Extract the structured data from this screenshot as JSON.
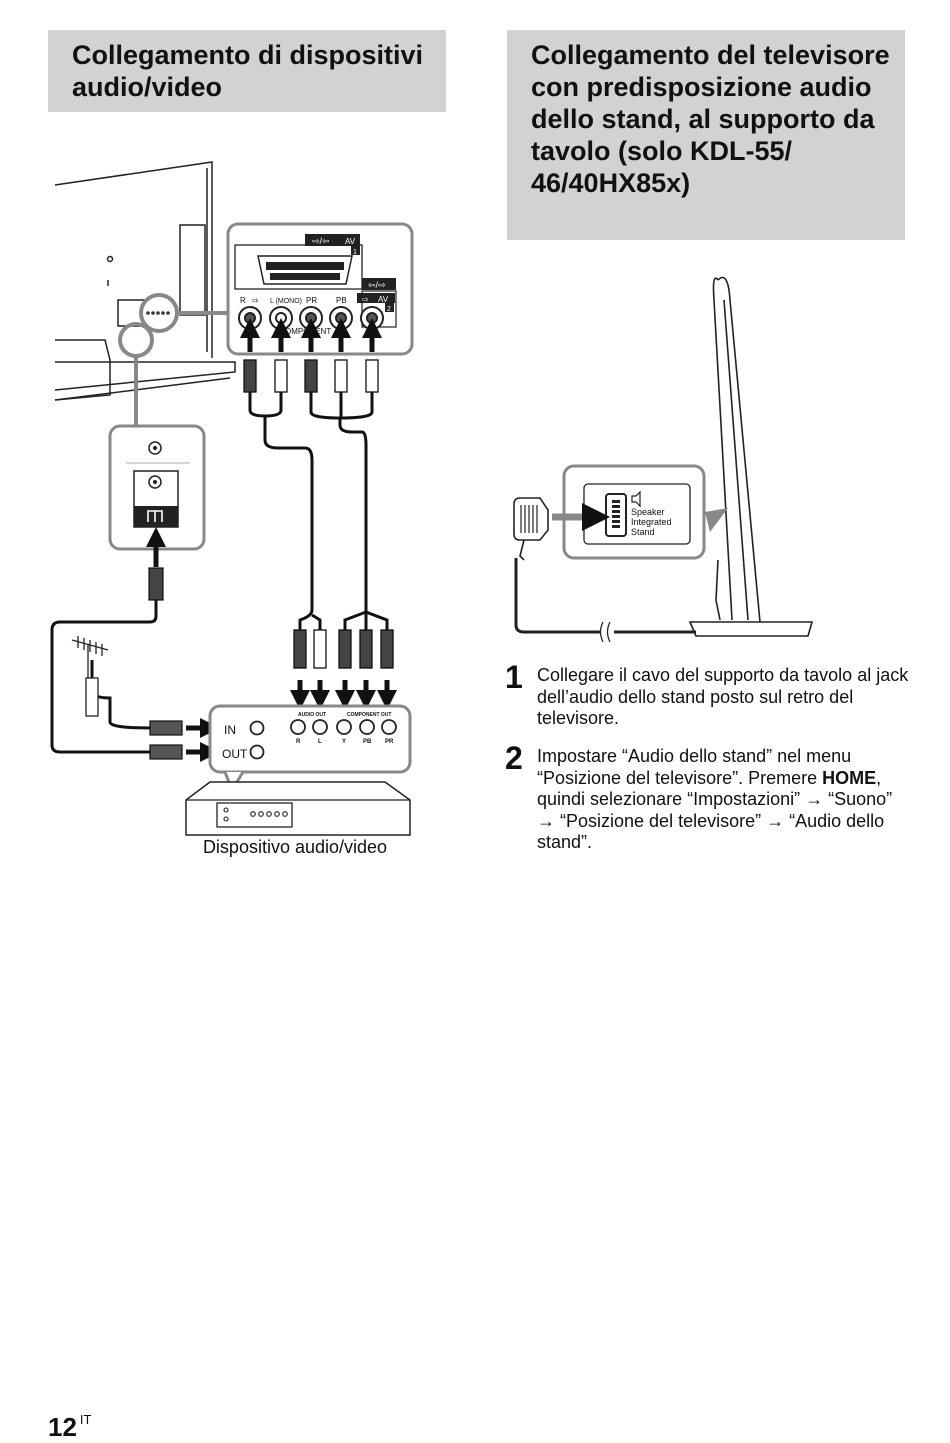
{
  "left_section": {
    "heading": "Collegamento di dispositivi audio/video",
    "figure": {
      "panel_labels": {
        "av1": "AV",
        "av1_num": "1",
        "av2": "AV",
        "av2_num": "2",
        "jack_r": "R",
        "jack_l": "L (MONO)",
        "jack_pr": "PR",
        "jack_pb": "PB",
        "component_partial": "OMPONENT"
      },
      "device_labels": {
        "in": "IN",
        "out": "OUT",
        "audio_out": "AUDIO OUT",
        "component_out": "COMPONENT OUT",
        "jack_r": "R",
        "jack_l": "L",
        "jack_y": "Y",
        "jack_pb": "PB",
        "jack_pr": "PR"
      },
      "caption": "Dispositivo audio/video"
    }
  },
  "right_section": {
    "heading": "Collegamento del televisore con predisposizione audio dello stand, al supporto da tavolo (solo KDL-55/ 46/40HX85x)",
    "figure": {
      "jack_label": [
        "Speaker",
        "Integrated",
        "Stand"
      ]
    },
    "steps": [
      {
        "num": "1",
        "text": "Collegare il cavo del supporto da tavolo al jack dell’audio dello stand posto sul retro del televisore."
      },
      {
        "num": "2",
        "text_before": "Impostare “Audio dello stand” nel menu “Posizione del televisore”. Premere ",
        "bold": "HOME",
        "text_after": ", quindi selezionare “Impostazioni” → “Suono” → “Posizione del televisore” → “Audio dello stand”."
      }
    ]
  },
  "footer": {
    "page_number": "12",
    "lang": "IT"
  }
}
